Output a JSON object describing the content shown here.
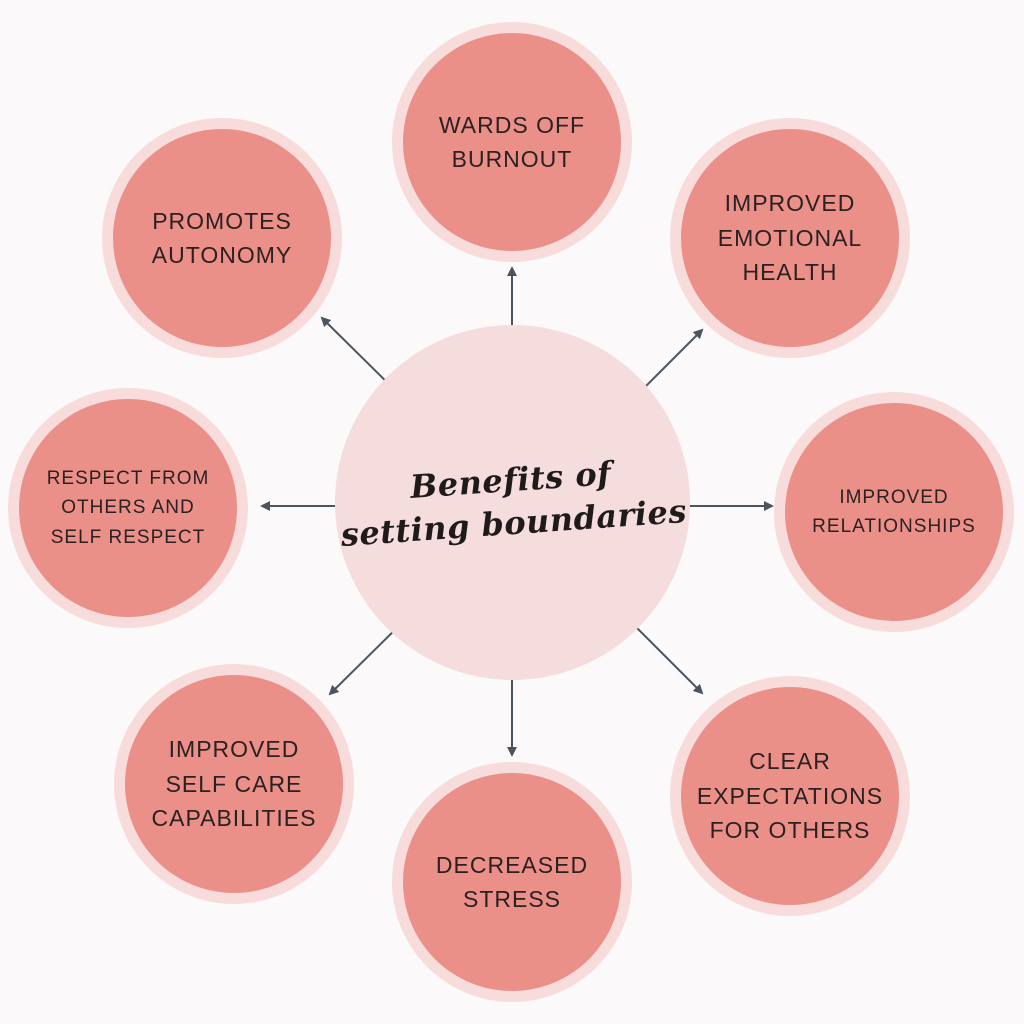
{
  "title": {
    "line1": "Benefits of",
    "line2": "setting boundaries"
  },
  "colors": {
    "background": "#fbf9f9",
    "center_fill": "#f5dcdd",
    "node_ring": "#f8dcdc",
    "node_fill": "#eb8f89",
    "arrow": "#4a5560",
    "text": "#2b2121"
  },
  "benefits": [
    {
      "label": "WARDS OFF BURNOUT"
    },
    {
      "label": "IMPROVED EMOTIONAL HEALTH"
    },
    {
      "label": "IMPROVED RELATIONSHIPS"
    },
    {
      "label": "CLEAR EXPECTATIONS FOR OTHERS"
    },
    {
      "label": "DECREASED STRESS"
    },
    {
      "label": "IMPROVED SELF CARE CAPABILITIES"
    },
    {
      "label": "RESPECT FROM OTHERS AND SELF RESPECT"
    },
    {
      "label": "PROMOTES AUTONOMY"
    }
  ]
}
